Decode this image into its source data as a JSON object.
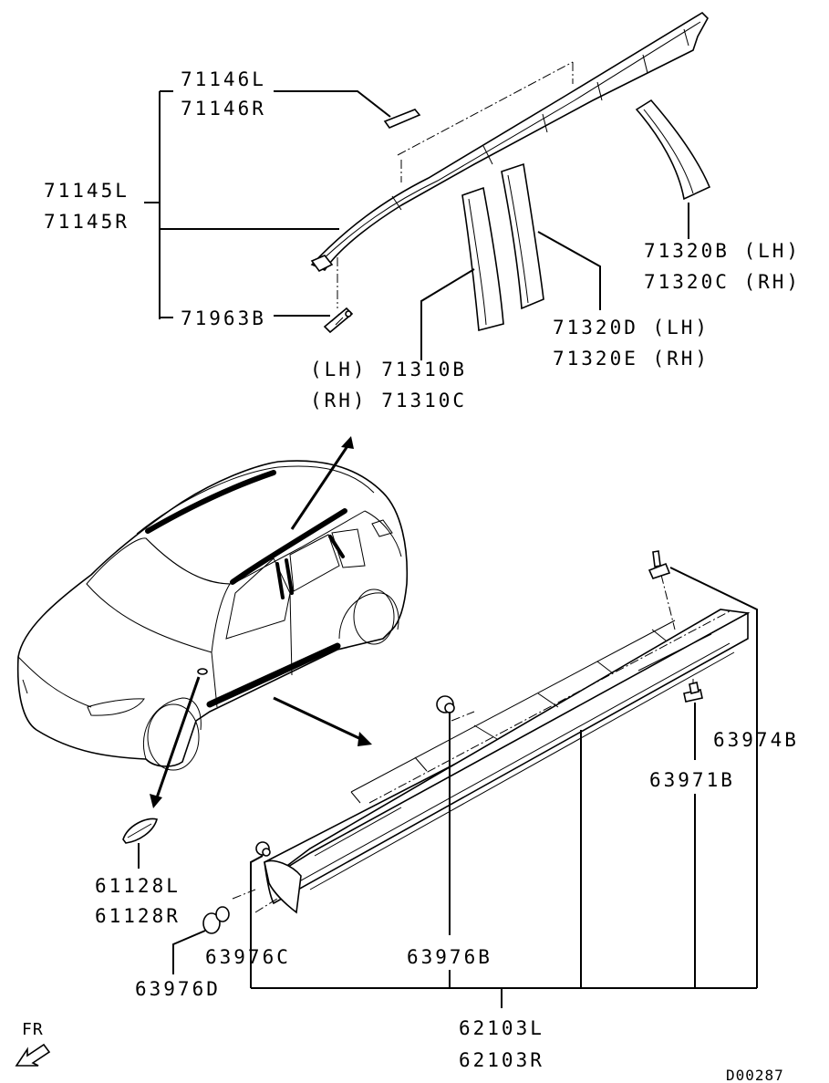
{
  "labels": {
    "p71146L": "71146L",
    "p71146R": "71146R",
    "p71145L": "71145L",
    "p71145R": "71145R",
    "p71963B": "71963B",
    "p71310B": "(LH) 71310B",
    "p71310C": "(RH) 71310C",
    "p71320B": "71320B (LH)",
    "p71320C": "71320C (RH)",
    "p71320D": "71320D (LH)",
    "p71320E": "71320E (RH)",
    "p61128L": "61128L",
    "p61128R": "61128R",
    "p63976C": "63976C",
    "p63976D": "63976D",
    "p63976B": "63976B",
    "p63974B": "63974B",
    "p63971B": "63971B",
    "p62103L": "62103L",
    "p62103R": "62103R"
  },
  "direction": {
    "text": "FR",
    "icon": "front-arrow-icon"
  },
  "diagram_code": "D00287"
}
